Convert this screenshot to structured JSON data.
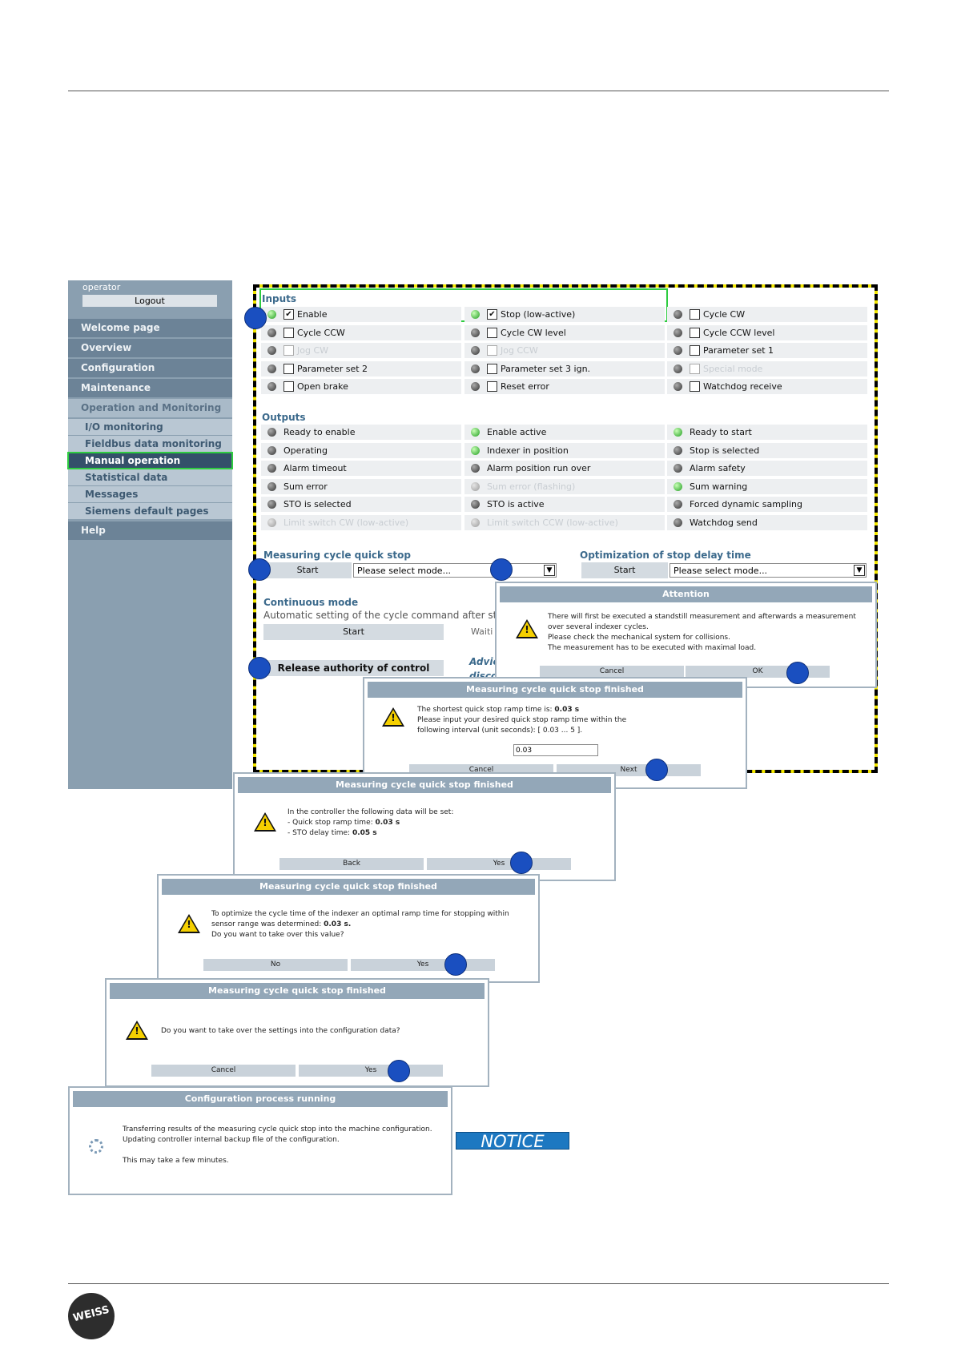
{
  "sidebar": {
    "user": "operator",
    "logout": "Logout",
    "items": [
      "Welcome page",
      "Overview",
      "Configuration",
      "Maintenance"
    ],
    "op_monitoring": "Operation and Monitoring",
    "subitems": [
      "I/O monitoring",
      "Fieldbus data monitoring",
      "Manual operation",
      "Statistical data",
      "Messages",
      "Siemens default pages"
    ],
    "help": "Help"
  },
  "inputs": {
    "title": "Inputs",
    "col1": [
      "Enable",
      "Cycle CCW",
      "Jog CW",
      "Parameter set 2",
      "Open brake"
    ],
    "col2": [
      "Stop (low-active)",
      "Cycle CW level",
      "Jog CCW",
      "Parameter set 3 ign.",
      "Reset error"
    ],
    "col3": [
      "Cycle CW",
      "Cycle CCW level",
      "Parameter set 1",
      "Special mode",
      "Watchdog receive"
    ]
  },
  "outputs": {
    "title": "Outputs",
    "col1": [
      "Ready to enable",
      "Operating",
      "Alarm timeout",
      "Sum error",
      "STO is selected",
      "Limit switch CW (low-active)"
    ],
    "col2": [
      "Enable active",
      "Indexer in position",
      "Alarm position run over",
      "Sum error (flashing)",
      "STO is active",
      "Limit switch CCW (low-active)"
    ],
    "col3": [
      "Ready to start",
      "Stop is selected",
      "Alarm safety",
      "Sum warning",
      "Forced dynamic sampling",
      "Watchdog send"
    ]
  },
  "quickstop": {
    "title": "Measuring cycle quick stop",
    "start": "Start",
    "select": "Please select mode..."
  },
  "optdelay": {
    "title": "Optimization of stop delay time",
    "start": "Start",
    "select": "Please select mode..."
  },
  "continuous": {
    "title": "Continuous mode",
    "desc": "Automatic setting of the cycle command after stop",
    "start": "Start",
    "waiting": "Waiti"
  },
  "release": "Release authority of control",
  "advice": {
    "line1": "Advic",
    "line2": "disco"
  },
  "attention": {
    "title": "Attention",
    "lines": [
      "There will first be executed a standstill measurement and afterwards a measurement",
      "over several indexer cycles.",
      "Please check the mechanical system for collisions.",
      "The measurement has to be executed with maximal load."
    ],
    "cancel": "Cancel",
    "ok": "OK"
  },
  "dlg_ramp": {
    "title": "Measuring cycle quick stop finished",
    "line1_pre": "The shortest quick stop ramp time is: ",
    "line1_val": "0.03 s",
    "line2": "Please input your desired quick stop ramp time within the",
    "line3": "following interval (unit seconds): [ 0.03 ... 5 ].",
    "input": "0.03",
    "cancel": "Cancel",
    "next": "Next"
  },
  "dlg_set": {
    "title": "Measuring cycle quick stop finished",
    "line1": "In the controller the following data will be set:",
    "l2_pre": "- Quick stop ramp time: ",
    "l2_val": "0.03 s",
    "l3_pre": "- STO delay time: ",
    "l3_val": "0.05 s",
    "back": "Back",
    "yes": "Yes"
  },
  "dlg_opt": {
    "title": "Measuring cycle quick stop finished",
    "line1": "To optimize the cycle time of the indexer an optimal ramp time for stopping within",
    "l2_pre": "sensor range was determined: ",
    "l2_val": "0.03 s.",
    "line3": "Do you want to take over this value?",
    "no": "No",
    "yes": "Yes"
  },
  "dlg_take": {
    "title": "Measuring cycle quick stop finished",
    "line1": "Do you want to take over the settings into the configuration data?",
    "cancel": "Cancel",
    "yes": "Yes"
  },
  "dlg_config": {
    "title": "Configuration process running",
    "line1": "Transferring results of the measuring cycle quick stop into the machine configuration.",
    "line2": "Updating controller internal backup file of the configuration.",
    "line3": "This may take a few minutes."
  },
  "notice": "NOTICE",
  "logo": "WEISS"
}
